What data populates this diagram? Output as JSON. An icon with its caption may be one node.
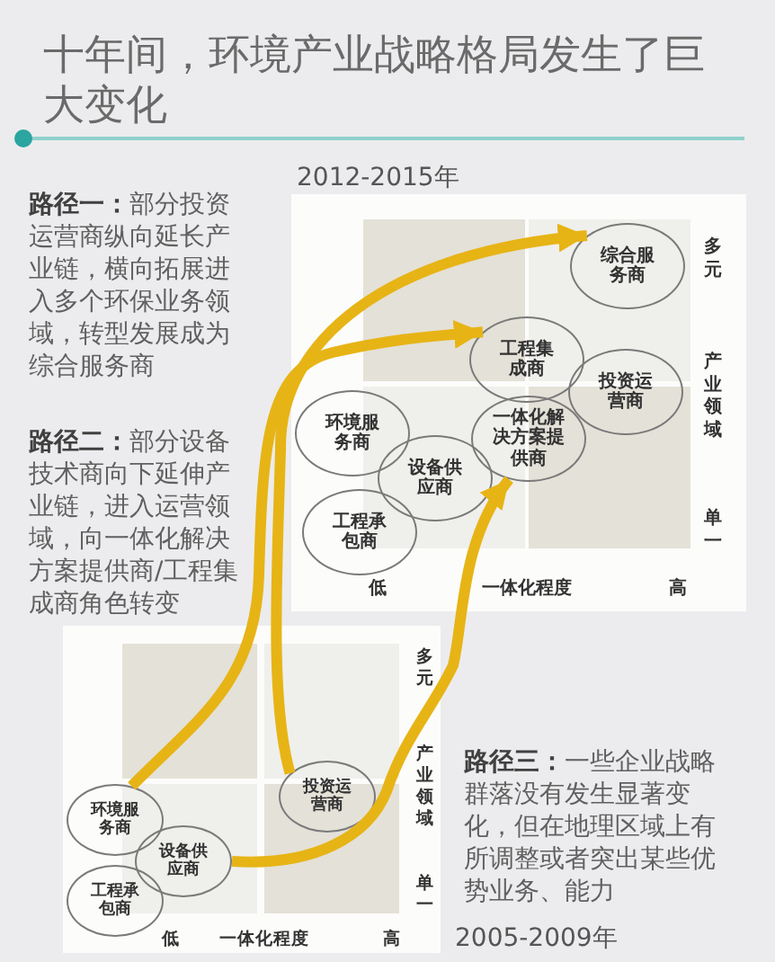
{
  "diagram": {
    "title": "十年间，环境产业战略格局发生了巨大变化",
    "nodes": [
      {
        "text": [
          "2012-2015年"
        ]
      },
      {
        "text": [
          "综合服务商"
        ],
        "in": 0
      },
      {
        "text": [
          "工程集成商"
        ],
        "in": 0
      },
      {
        "text": [
          "投资运营商"
        ],
        "in": 0
      },
      {
        "text": [
          "环境服务商"
        ],
        "in": 0
      },
      {
        "text": [
          "一体化解决方案提供商"
        ],
        "in": 0
      },
      {
        "text": [
          "设备供应商"
        ],
        "in": 0
      },
      {
        "text": [
          "工程承包商"
        ],
        "in": 0
      },
      {
        "text": [
          "2005-2009年"
        ]
      },
      {
        "text": [
          "投资运营商"
        ],
        "in": 8
      },
      {
        "text": [
          "环境服务商"
        ],
        "in": 8
      },
      {
        "text": [
          "设备供应商"
        ],
        "in": 8
      },
      {
        "text": [
          "工程承包商"
        ],
        "in": 8
      }
    ],
    "edges": [
      {
        "from": 9,
        "to": 1,
        "arrow": "to"
      },
      {
        "from": 10,
        "to": 2,
        "arrow": "to"
      },
      {
        "from": 11,
        "to": 5,
        "arrow": "to"
      }
    ],
    "labels": [
      "**路径一：**部分投资运营商纵向延长产业链，横向拓展进入多个环保业务领域，转型发展成为综合服务商",
      "**路径二：**部分设备技术商向下延伸产业链，进入运营领域，向一体化解决方案提供商/工程集成商角色转变",
      "多元",
      "产业领域",
      "单一",
      "低",
      "一体化程度",
      "高",
      "多元",
      "产业领域",
      "单一",
      "低",
      "一体化程度",
      "高",
      "**路径三：**一些企业战略群落没有发生显著变化，但在地理区域上有所调整或者突出某些优势业务、能力"
    ]
  }
}
